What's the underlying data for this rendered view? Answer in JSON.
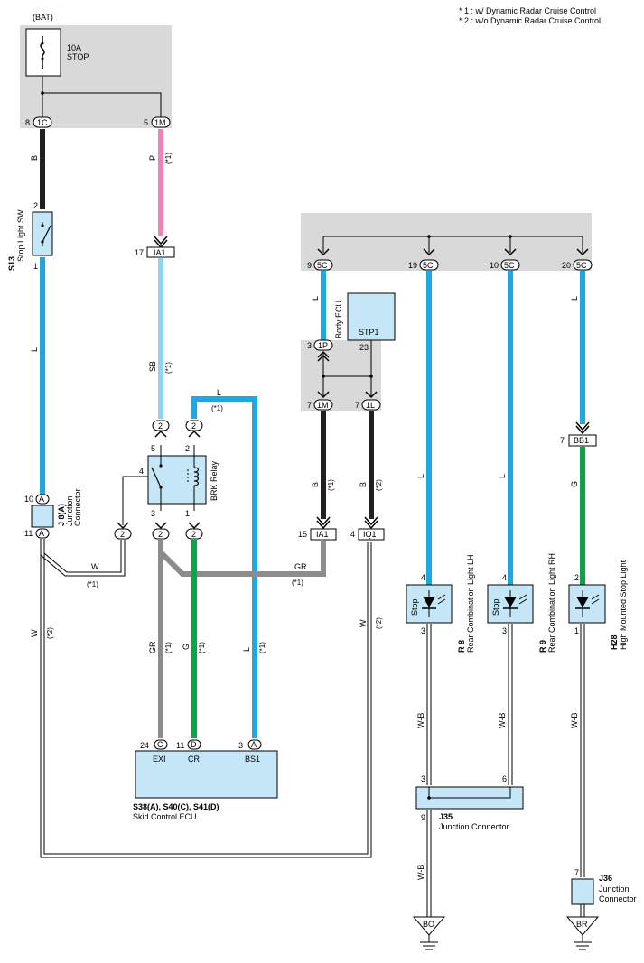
{
  "notes": {
    "n1": "* 1 : w/ Dynamic Radar Cruise Control",
    "n2": "* 2 : w/o Dynamic Radar Cruise Control"
  },
  "power": {
    "bat": "(BAT)",
    "fuse_rating": "10A",
    "fuse_name": "STOP",
    "pin_1c_num": "8",
    "pin_1c": "1C",
    "pin_1m_num": "5",
    "pin_1m": "1M"
  },
  "stop_light_sw": {
    "code": "S13",
    "name": "Stop Light SW",
    "pin_top": "2",
    "pin_bottom": "1"
  },
  "wires": {
    "B": "B",
    "P": "P",
    "L": "L",
    "SB": "SB",
    "W": "W",
    "GR": "GR",
    "G": "G",
    "WB": "W-B",
    "note1": "(*1)",
    "note2": "(*2)"
  },
  "ia1_top": {
    "num": "17",
    "label": "IA1"
  },
  "junction_j8": {
    "code": "J 8(A)",
    "name1": "Junction",
    "name2": "Connector",
    "pin_top_num": "10",
    "pin_bottom_num": "11",
    "pin_label": "A"
  },
  "brk_relay": {
    "name": "BRK Relay",
    "pin5": "5",
    "pin2": "2",
    "pin4": "4",
    "pin3": "3",
    "pin1": "1",
    "conn": "2"
  },
  "skid_ecu": {
    "code": "S38(A), S40(C), S41(D)",
    "name": "Skid Control ECU",
    "p24": "24",
    "c": "C",
    "exi": "EXI",
    "p11": "11",
    "d": "D",
    "cr": "CR",
    "p3": "3",
    "a": "A",
    "bs1": "BS1"
  },
  "body_ecu": {
    "name": "Body ECU",
    "stp1": "STP1",
    "p3": "3",
    "p1p": "1P",
    "p23": "23",
    "p7a": "7",
    "p1m": "1M",
    "p7b": "7",
    "p1l": "1L"
  },
  "right_bus": {
    "c5": "5C",
    "n9": "9",
    "n19": "19",
    "n10": "10",
    "n20": "20"
  },
  "ia1_mid": {
    "num": "15",
    "label": "IA1"
  },
  "iq1": {
    "num": "4",
    "label": "IQ1"
  },
  "bb1": {
    "num": "7",
    "label": "BB1"
  },
  "r8": {
    "code": "R 8",
    "name": "Rear Combination Light LH",
    "stop": "Stop",
    "pin4": "4",
    "pin3": "3"
  },
  "r9": {
    "code": "R 9",
    "name": "Rear Combination Light RH",
    "stop": "Stop",
    "pin4": "4",
    "pin3": "3"
  },
  "h28": {
    "code": "H28",
    "name": "High Mounted Stop Light",
    "pin2": "2",
    "pin1": "1"
  },
  "j35": {
    "code": "J35",
    "name": "Junction Connector",
    "p3": "3",
    "p6": "6",
    "p9": "9"
  },
  "j36": {
    "code": "J36",
    "name1": "Junction",
    "name2": "Connector",
    "p7": "7"
  },
  "grounds": {
    "bo": "BO",
    "br": "BR"
  },
  "colors": {
    "B": "#231f20",
    "P": "#ea86b6",
    "L": "#1fa7e1",
    "SB": "#8fd3f0",
    "GR": "#8c8c8c",
    "G": "#10a14a",
    "shade": "#d9d9d9",
    "box": "#c5e6f6"
  }
}
